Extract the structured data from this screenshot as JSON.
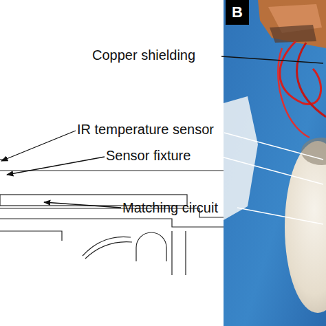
{
  "diagram": {
    "nodes": [
      {
        "text": [
          "B"
        ]
      }
    ],
    "labels": [
      "Copper shielding",
      "IR temperature sensor",
      "Sensor fixture",
      "Matching circuit"
    ]
  }
}
